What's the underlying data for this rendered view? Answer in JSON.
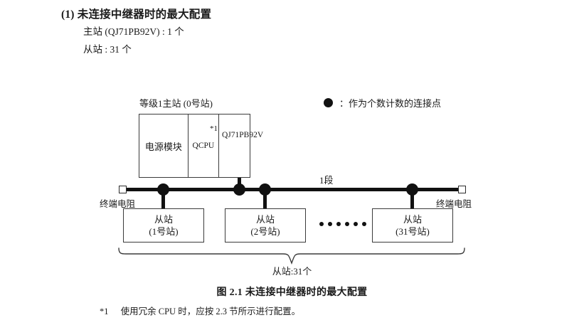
{
  "section": {
    "number": "(1)",
    "heading": "未连接中继器时的最大配置",
    "specs": [
      "主站 (QJ71PB92V) : 1 个",
      "从站 : 31 个"
    ]
  },
  "legend": {
    "symbol": "filled-circle",
    "text": "：作为个数计数的连接点"
  },
  "diagram": {
    "master": {
      "label": "等级1主站 (0号站)",
      "cells": [
        {
          "name": "power-supply-module",
          "text": "电源模块"
        },
        {
          "name": "qcpu-module",
          "text": "QCPU",
          "footnote_mark": "*1"
        },
        {
          "name": "network-module",
          "line1": "QJ71",
          "line2": "PB92V"
        }
      ]
    },
    "bus": {
      "segment_label": "1段",
      "terminator_left": "终端电阻",
      "terminator_right": "终端电阻"
    },
    "slaves": [
      {
        "title": "从站",
        "station": "(1号站)"
      },
      {
        "title": "从站",
        "station": "(2号站)"
      },
      {
        "title": "从站",
        "station": "(31号站)"
      }
    ],
    "ellipsis_dots": 6,
    "brace_label": "从站:31个"
  },
  "caption": "图 2.1  未连接中继器时的最大配置",
  "footnote": {
    "mark": "*1",
    "text": "使用冗余 CPU 时，应按 2.3 节所示进行配置。"
  },
  "colors": {
    "ink": "#1a1a1a",
    "line": "#3b3b3b",
    "bus": "#111111",
    "background": "#ffffff"
  }
}
